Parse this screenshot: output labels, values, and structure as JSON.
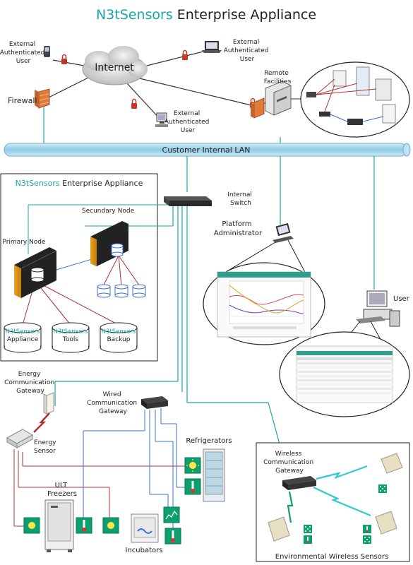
{
  "title": {
    "brand": "N3tSensors",
    "rest": " Enterprise Appliance"
  },
  "internet": "Internet",
  "firewall": "Firewall",
  "users": {
    "top_left": [
      "External",
      "Authenticated",
      "User"
    ],
    "top_right": [
      "External",
      "Authenticated",
      "User"
    ],
    "middle": [
      "External",
      "Authenticated",
      "User"
    ]
  },
  "remote_facilities": [
    "Remote",
    "Facilities"
  ],
  "lan": "Customer Internal LAN",
  "appliance_box": {
    "brand": "N3tSensors",
    "rest": " Enterprise Appliance",
    "primary_node": "Primary Node",
    "secondary_node": "Secundary Node",
    "databases": [
      {
        "brand": "N3tSensors",
        "label": "Appliance"
      },
      {
        "brand": "N3tSensors",
        "label": "Tools"
      },
      {
        "brand": "N3tSensors",
        "label": "Backup"
      }
    ]
  },
  "internal_switch": [
    "Internal",
    "Switch"
  ],
  "platform_admin": [
    "Platform",
    "Administrator"
  ],
  "user": "User",
  "energy_gateway": [
    "Energy",
    "Communication",
    "Gateway"
  ],
  "energy_sensor": [
    "Energy",
    "Sensor"
  ],
  "wired_gateway": [
    "Wired",
    "Communication",
    "Gateway"
  ],
  "refrigerators": "Refrigerators",
  "ult_freezers": [
    "ULT",
    "Freezers"
  ],
  "incubators": "Incubators",
  "wireless_box": {
    "gateway": [
      "Wireless",
      "Communication",
      "Gateway"
    ],
    "footer": "Environmental Wireless Sensors"
  },
  "colors": {
    "teal": "#1aa7a7",
    "lan_blue": "#9fd3ea",
    "firewall_orange": "#e07b39",
    "wire_red": "#b03030",
    "wire_blue": "#3a6fd8"
  }
}
